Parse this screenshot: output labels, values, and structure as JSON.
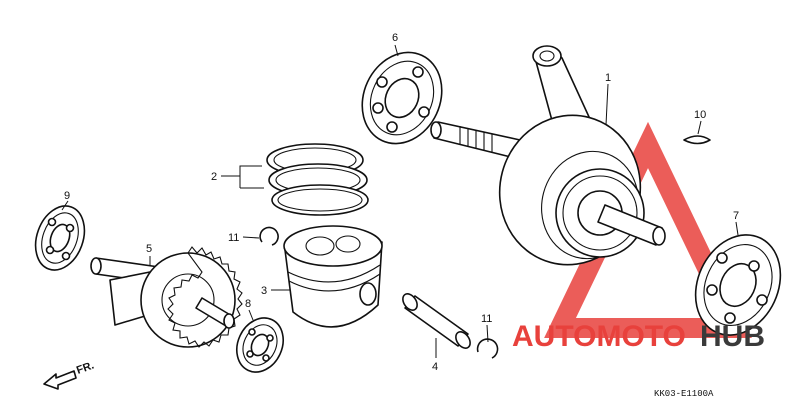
{
  "callouts": [
    {
      "id": "c1",
      "label": "1"
    },
    {
      "id": "c2",
      "label": "2"
    },
    {
      "id": "c3",
      "label": "3"
    },
    {
      "id": "c4",
      "label": "4"
    },
    {
      "id": "c5",
      "label": "5"
    },
    {
      "id": "c6",
      "label": "6"
    },
    {
      "id": "c7",
      "label": "7"
    },
    {
      "id": "c8",
      "label": "8"
    },
    {
      "id": "c9",
      "label": "9"
    },
    {
      "id": "c10",
      "label": "10"
    },
    {
      "id": "c11a",
      "label": "11"
    },
    {
      "id": "c11b",
      "label": "11"
    }
  ],
  "front_indicator": "FR.",
  "reference_code": "KK03-E1100A",
  "watermark": {
    "part1": "AUTOMOTO",
    "part2": "HUB",
    "color_accent": "#e8413c",
    "color_dark": "#3a3a3a"
  }
}
